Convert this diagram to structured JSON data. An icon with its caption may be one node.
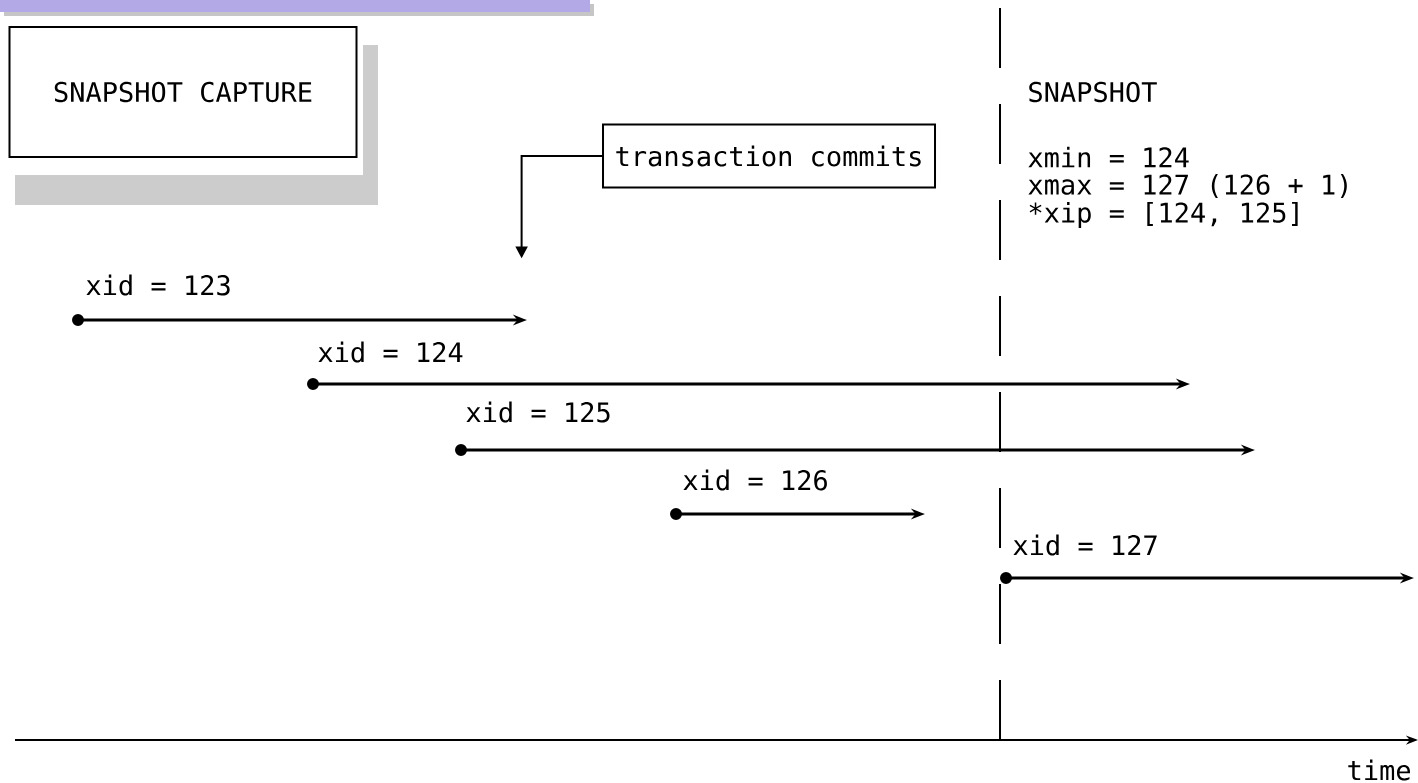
{
  "diagram": {
    "nodes": [
      {
        "text": [
          "SNAPSHOT CAPTURE"
        ]
      },
      {
        "text": [
          "transaction commits"
        ]
      },
      {
        "text": [
          "xid = 123"
        ]
      },
      {
        "text": [
          "xid = 124"
        ]
      },
      {
        "text": [
          "xid = 125"
        ]
      },
      {
        "text": [
          "xid = 126"
        ]
      },
      {
        "text": [
          "xid = 127"
        ]
      }
    ],
    "edges": [
      {
        "from": 1,
        "to": 2,
        "arrow": "to"
      }
    ],
    "labels": [
      "SNAPSHOT",
      "xmin = 124",
      "xmax = 127 (126 + 1)",
      "*xip = [124, 125]",
      "time"
    ]
  }
}
